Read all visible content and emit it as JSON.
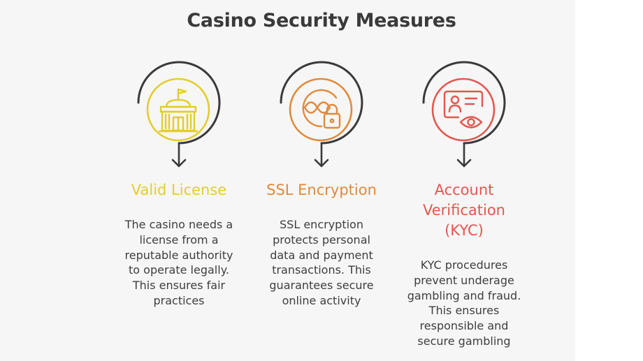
{
  "title": "Casino Security Measures",
  "colors": {
    "license": "#e3cd2c",
    "ssl": "#e08a3c",
    "kyc": "#e3574f",
    "outline": "#3a3a3a",
    "background": "#f6f6f6"
  },
  "items": [
    {
      "label": "Valid License",
      "description": [
        "The casino needs a",
        "license from a",
        "reputable authority",
        "to operate legally.",
        "This ensures fair",
        "practices"
      ],
      "icon": "building-flag-icon"
    },
    {
      "label": "SSL Encryption",
      "description": [
        "SSL encryption",
        "protects personal",
        "data and payment",
        "transactions. This",
        "guarantees secure",
        "online activity"
      ],
      "icon": "encryption-lock-icon"
    },
    {
      "label": [
        "Account",
        "Verification",
        "(KYC)"
      ],
      "description": [
        "KYC procedures",
        "prevent underage",
        "gambling and fraud.",
        "This ensures",
        "responsible and",
        "secure gambling"
      ],
      "icon": "id-card-eye-icon"
    }
  ]
}
